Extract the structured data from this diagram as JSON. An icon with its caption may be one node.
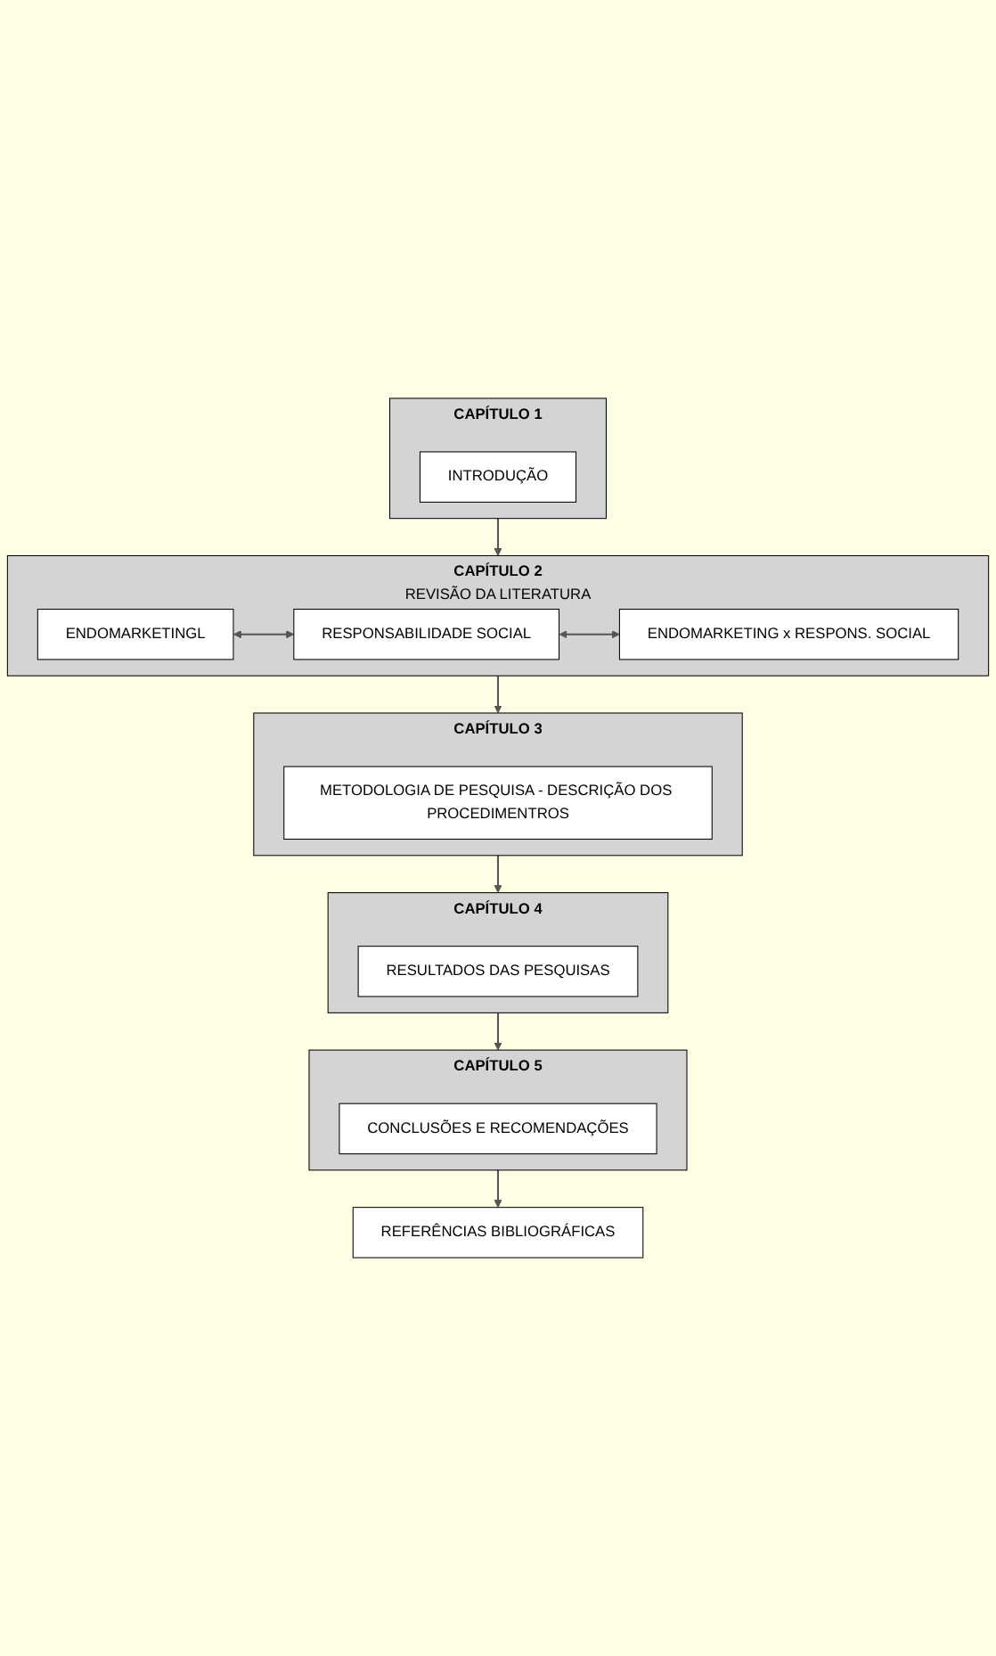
{
  "diagram": {
    "nodes": [
      {
        "text": [
          "CAPÍTULO 1"
        ]
      },
      {
        "text": [
          "INTRODUÇÃO"
        ],
        "in": 0
      },
      {
        "text": [
          "CAPÍTULO 2",
          "REVISÃO DA LITERATURA"
        ]
      },
      {
        "text": [
          "ENDOMARKETINGL"
        ],
        "in": 2
      },
      {
        "text": [
          "RESPONSABILIDADE SOCIAL"
        ],
        "in": 2
      },
      {
        "text": [
          "ENDOMARKETING x RESPONS. SOCIAL"
        ],
        "in": 2
      },
      {
        "text": [
          "CAPÍTULO 3"
        ]
      },
      {
        "text": [
          "METODOLOGIA DE PESQUISA - DESCRIÇÃO DOS PROCEDIMENTROS"
        ],
        "in": 6
      },
      {
        "text": [
          "CAPÍTULO 4"
        ]
      },
      {
        "text": [
          "RESULTADOS DAS PESQUISAS"
        ],
        "in": 8
      },
      {
        "text": [
          "CAPÍTULO 5"
        ]
      },
      {
        "text": [
          "CONCLUSÕES E RECOMENDAÇÕES"
        ],
        "in": 10
      },
      {
        "text": [
          "REFERÊNCIAS BIBLIOGRÁFICAS"
        ]
      }
    ],
    "edges": [
      {
        "from": 0,
        "to": 2,
        "arrow": "to"
      },
      {
        "from": 3,
        "to": 4,
        "arrow": "both"
      },
      {
        "from": 4,
        "to": 5,
        "arrow": "both"
      },
      {
        "from": 2,
        "to": 6,
        "arrow": "to"
      },
      {
        "from": 6,
        "to": 8,
        "arrow": "to"
      },
      {
        "from": 8,
        "to": 10,
        "arrow": "to"
      },
      {
        "from": 10,
        "to": 12,
        "arrow": "to"
      }
    ]
  }
}
